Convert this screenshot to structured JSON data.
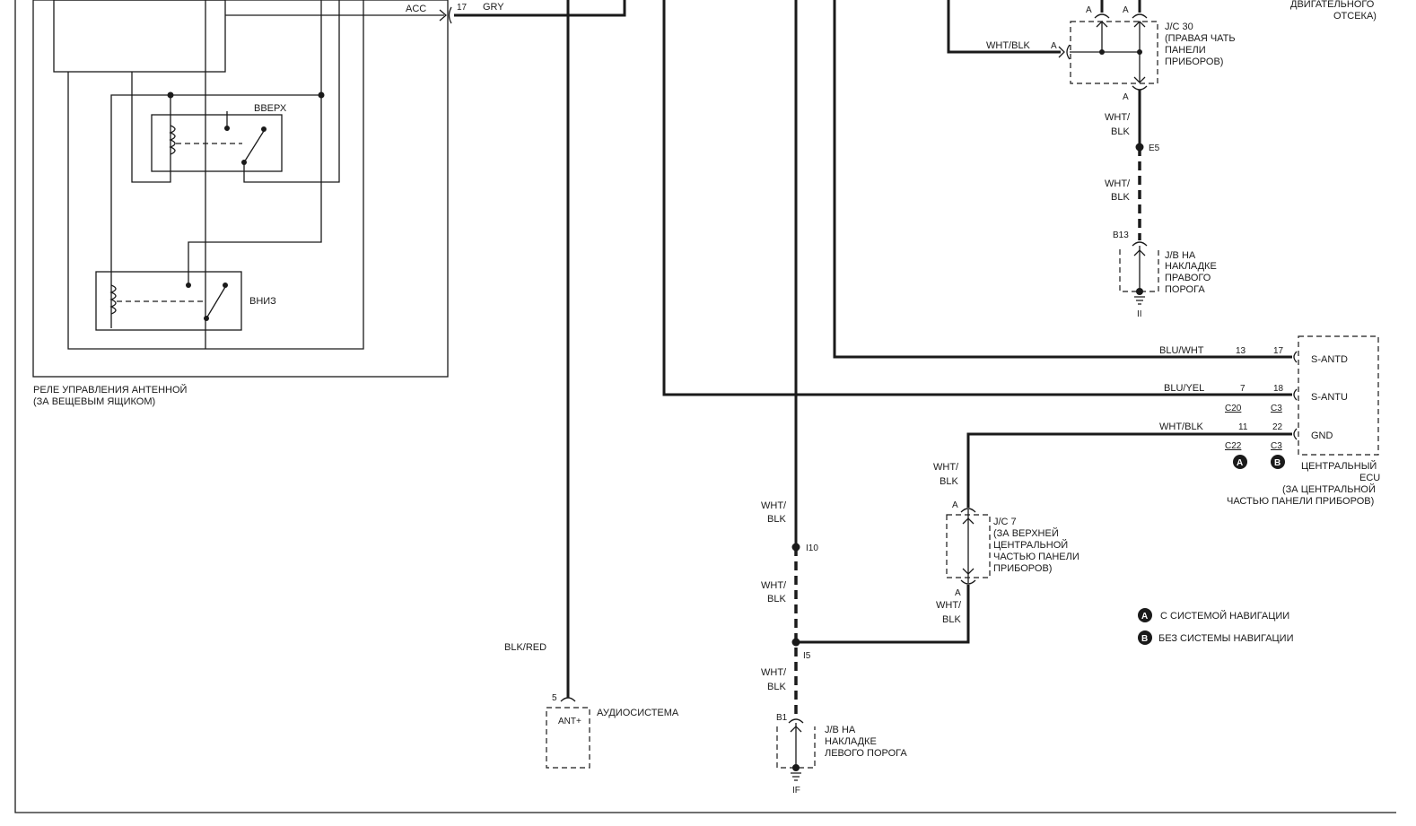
{
  "relay": {
    "acc_label": "ACC",
    "pin_17": "17",
    "wire_gry": "GRY",
    "up_label": "ВВЕРХ",
    "down_label": "ВНИЗ",
    "title_line1": "РЕЛЕ УПРАВЛЕНИЯ АНТЕННОЙ",
    "title_line2": "(ЗА ВЕЩЕВЫМ ЯЩИКОМ)"
  },
  "audio": {
    "wire": "BLK/RED",
    "pin": "5",
    "terminal": "ANT+",
    "label": "АУДИОСИСТЕМА"
  },
  "left_ground": {
    "wire_1_top": "WHT/",
    "wire_1_bot": "BLK",
    "splice_i10": "I10",
    "wire_2_top": "WHT/",
    "wire_2_bot": "BLK",
    "splice_i5": "I5",
    "wire_3_top": "WHT/",
    "wire_3_bot": "BLK",
    "pin_b1": "B1",
    "label_line1": "J/B НА",
    "label_line2": "НАКЛАДКЕ",
    "label_line3": "ЛЕВОГО ПОРОГА",
    "ground_id": "IF"
  },
  "jc7": {
    "wire_top_1": "WHT/",
    "wire_top_2": "BLK",
    "pin_a_top": "A",
    "pin_a_bot": "A",
    "wire_bot_1": "WHT/",
    "wire_bot_2": "BLK",
    "label_line1": "J/C 7",
    "label_line2": "(ЗА ВЕРХНЕЙ",
    "label_line3": "ЦЕНТРАЛЬНОЙ",
    "label_line4": "ЧАСТЬЮ ПАНЕЛИ",
    "label_line5": "ПРИБОРОВ)"
  },
  "top_right": {
    "header_line1": "ДВИГАТЕЛЬНОГО",
    "header_line2": "ОТСЕКА)",
    "wire_whtblk": "WHT/BLK",
    "pin_a_left": "A",
    "pin_a_top1": "A",
    "pin_a_top2": "A",
    "pin_a_bottom": "A",
    "jc30_line1": "J/C 30",
    "jc30_line2": "(ПРАВАЯ ЧАТЬ",
    "jc30_line3": "ПАНЕЛИ",
    "jc30_line4": "ПРИБОРОВ)",
    "wire_a_top": "WHT/",
    "wire_a_bot": "BLK",
    "splice_e5": "E5",
    "wire_b_top": "WHT/",
    "wire_b_bot": "BLK",
    "pin_b13": "B13",
    "jb_line1": "J/B НА",
    "jb_line2": "НАКЛАДКЕ",
    "jb_line3": "ПРАВОГО",
    "jb_line4": "ПОРОГА",
    "ground_id": "II"
  },
  "ecu": {
    "row1_wire": "BLU/WHT",
    "row1_pin_a": "13",
    "row1_pin_b": "17",
    "row1_term": "S-ANTD",
    "row2_wire": "BLU/YEL",
    "row2_pin_a": "7",
    "row2_pin_b": "18",
    "row2_term": "S-ANTU",
    "conn_c20": "C20",
    "conn_c3_1": "C3",
    "row3_wire": "WHT/BLK",
    "row3_pin_a": "11",
    "row3_pin_b": "22",
    "row3_term": "GND",
    "conn_c22": "C22",
    "conn_c3_2": "C3",
    "badge_a": "A",
    "badge_b": "B",
    "label_line1": "ЦЕНТРАЛЬНЫЙ",
    "label_line2": "ECU",
    "label_line3": "(ЗА ЦЕНТРАЛЬНОЙ",
    "label_line4": "ЧАСТЬЮ ПАНЕЛИ ПРИБОРОВ)"
  },
  "legend": {
    "a_badge": "A",
    "a_text": "С СИСТЕМОЙ НАВИГАЦИИ",
    "b_badge": "B",
    "b_text": "БЕЗ СИСТЕМЫ НАВИГАЦИИ"
  }
}
